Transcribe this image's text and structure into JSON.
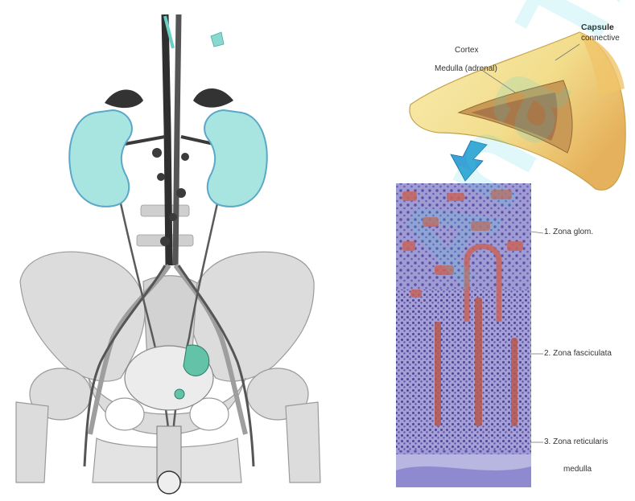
{
  "labels": {
    "capsule_title_line1": "Capsule",
    "capsule_title_line2": "connective",
    "cortex": "Cortex",
    "medulla": "Medulla (adrenal)",
    "zone_1": "1. Zona glom.",
    "zone_2": "2. Zona fasciculata",
    "zone_3": "3. Zona reticularis",
    "zone_4": "medulla"
  },
  "watermark": "Ana TAIWA",
  "colors": {
    "kidney": "#a8e4e0",
    "kidney_edge": "#5aa8c8",
    "adrenal_dark": "#333333",
    "bone": "#d9d9d9",
    "bone_edge": "#9a9a9a",
    "vessel": "#2f2f2f",
    "adrenal_body": "#f2dd8c",
    "adrenal_cortex": "#e9b764",
    "tissue_bg": "#9f9bd3",
    "cell_nuclei": "#5b4fa6",
    "tissue_red": "#c7655c",
    "arrow": "#3aa2d6",
    "watermark": "#3cd2e1"
  },
  "icons": {
    "kidney_left": "kidney-icon",
    "kidney_right": "kidney-icon",
    "bladder": "bladder-icon",
    "pelvis": "pelvis-icon",
    "adrenal_section": "adrenal-gland-icon",
    "pointer_arrow": "arrow-down-icon"
  }
}
